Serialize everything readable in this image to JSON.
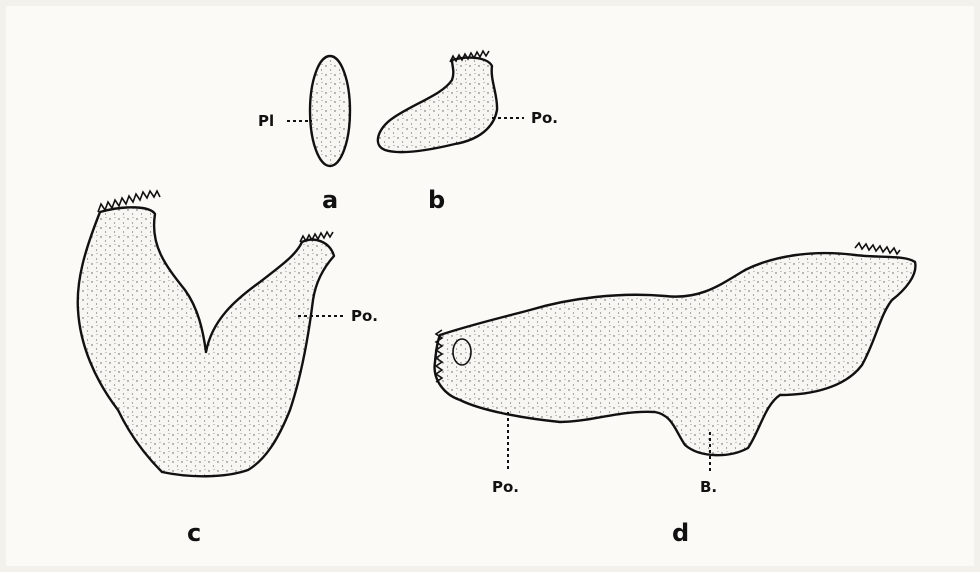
{
  "figure": {
    "panels": [
      {
        "id": "a",
        "label": "a",
        "annotations": [
          "Pl"
        ]
      },
      {
        "id": "b",
        "label": "b",
        "annotations": [
          "Po."
        ]
      },
      {
        "id": "c",
        "label": "c",
        "annotations": [
          "Po."
        ]
      },
      {
        "id": "d",
        "label": "d",
        "annotations": [
          "Po.",
          "B."
        ]
      }
    ]
  }
}
